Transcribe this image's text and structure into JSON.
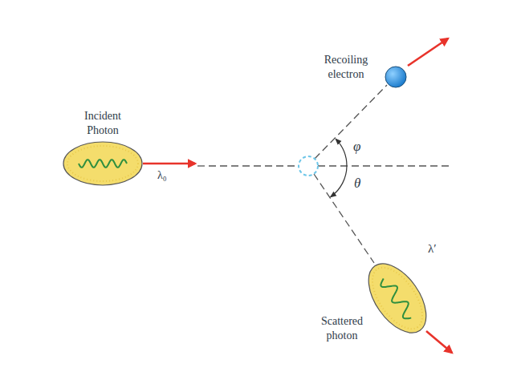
{
  "diagram": {
    "nodes": [
      {
        "text": [
          "Incident Photon"
        ]
      },
      {
        "text": [
          "Recoiling electron"
        ]
      },
      {
        "text": [
          "Scattered photon"
        ]
      }
    ],
    "labels": [
      "λ₀",
      "φ",
      "θ",
      "λ′"
    ]
  }
}
